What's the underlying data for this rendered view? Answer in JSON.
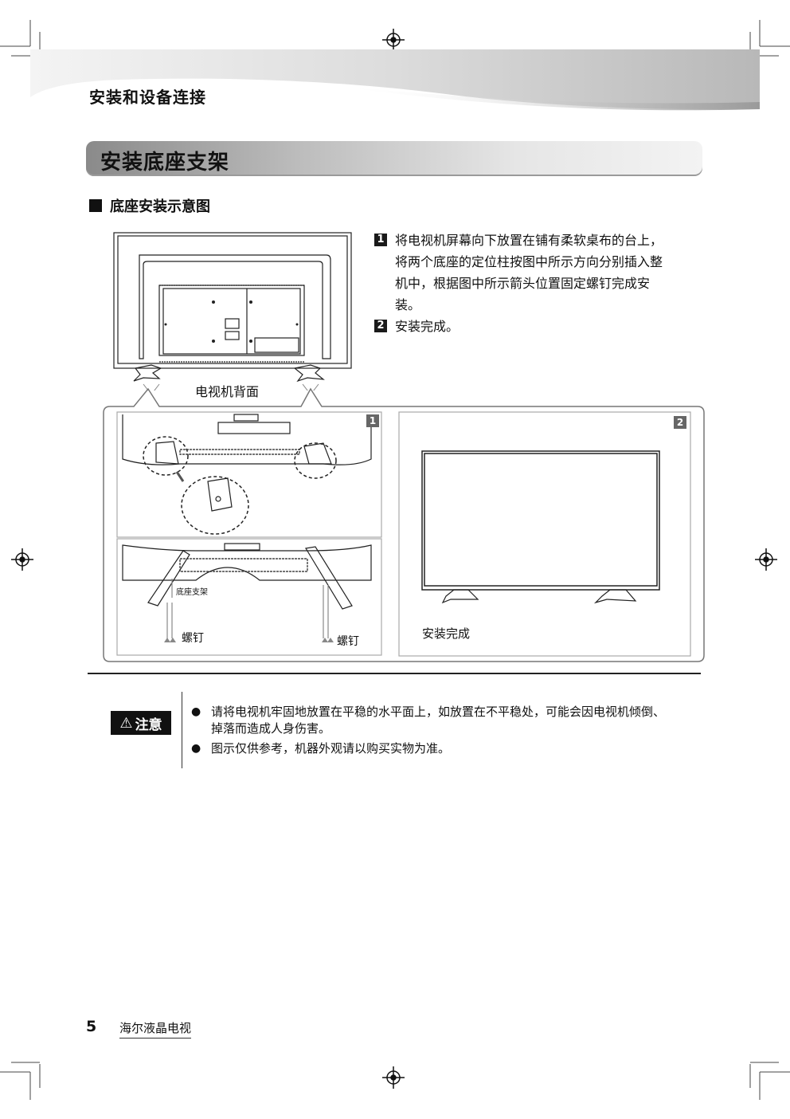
{
  "header": {
    "chapter_title": "安装和设备连接"
  },
  "section": {
    "title": "安装底座支架"
  },
  "subsection": {
    "title": "底座安装示意图"
  },
  "steps": [
    {
      "num": "1",
      "lines": [
        "将电视机屏幕向下放置在铺有柔软桌布的台上，",
        "将两个底座的定位柱按图中所示方向分别插入整",
        "机中，根据图中所示箭头位置固定螺钉完成安",
        "装。"
      ]
    },
    {
      "num": "2",
      "lines": [
        "安装完成。"
      ]
    }
  ],
  "figure": {
    "tv_back_label": "电视机背面",
    "panel1_num": "1",
    "panel2_num": "2",
    "stand_label": "底座支架",
    "screw_label_left": "螺钉",
    "screw_label_right": "螺钉",
    "complete_label": "安装完成"
  },
  "caution": {
    "label": "注意",
    "icon": "warning-triangle-icon",
    "bullets": [
      [
        "请将电视机牢固地放置在平稳的水平面上，如放置在不平稳处，可能会因电视机倾倒、",
        "掉落而造成人身伤害。"
      ],
      [
        "图示仅供参考，机器外观请以购买实物为准。"
      ]
    ]
  },
  "footer": {
    "page_number": "5",
    "brand": "海尔液晶电视"
  }
}
